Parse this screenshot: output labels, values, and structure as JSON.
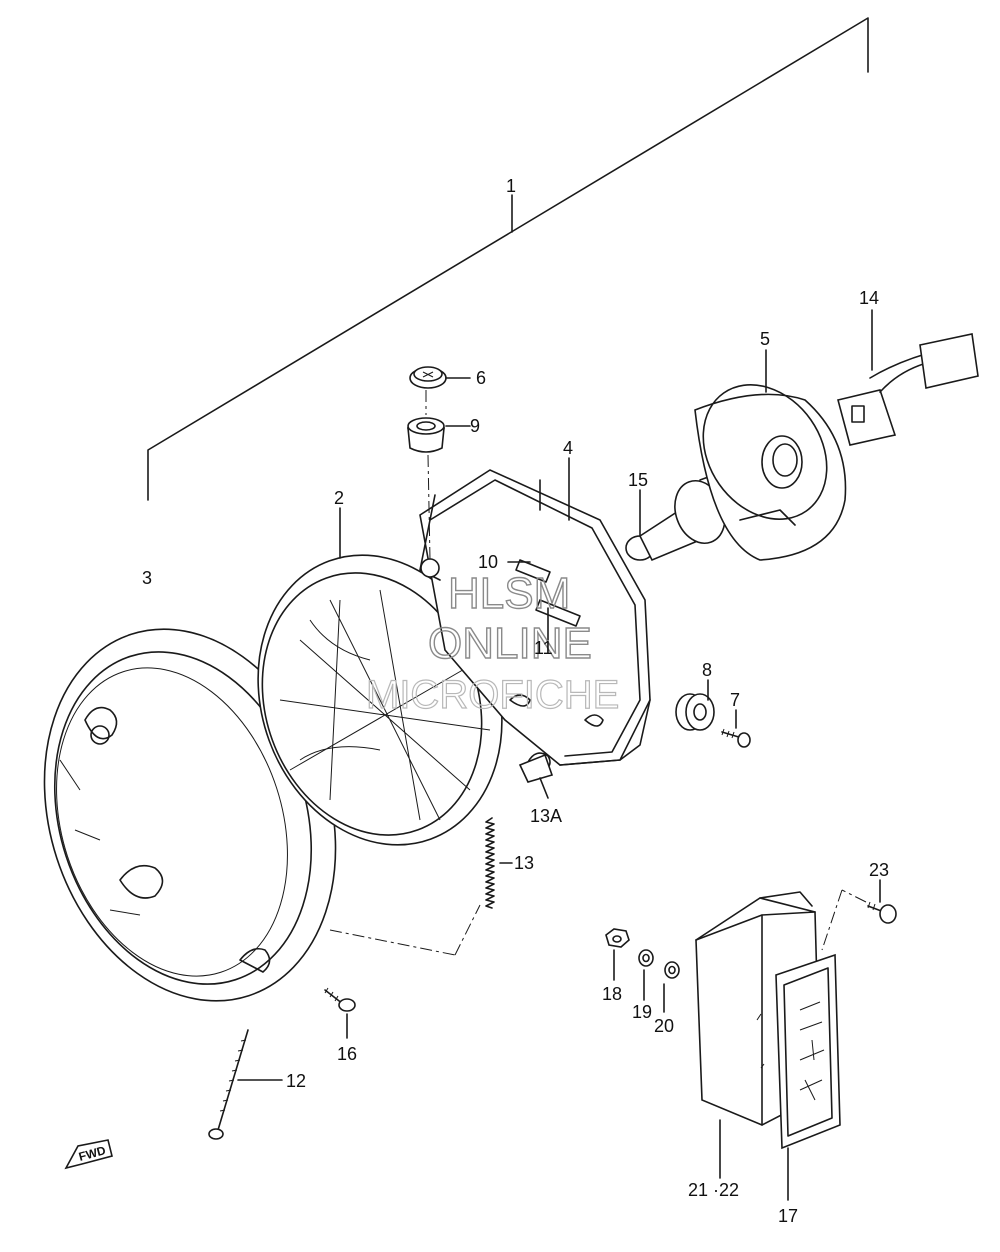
{
  "diagram": {
    "callouts": {
      "p1": "1",
      "p2": "2",
      "p3": "3",
      "p4": "4",
      "p5": "5",
      "p6": "6",
      "p7": "7",
      "p8": "8",
      "p9": "9",
      "p10": "10",
      "p11": "11",
      "p12": "12",
      "p13": "13",
      "p13a": "13A",
      "p14": "14",
      "p15": "15",
      "p16": "16",
      "p17": "17",
      "p18": "18",
      "p19": "19",
      "p20": "20",
      "p21_22": "21 ·22",
      "p23": "23"
    },
    "watermark": {
      "line1": "HLSM",
      "line2": "ONLINE",
      "line3": "MICROFICHE"
    },
    "direction_badge": "FWD"
  }
}
